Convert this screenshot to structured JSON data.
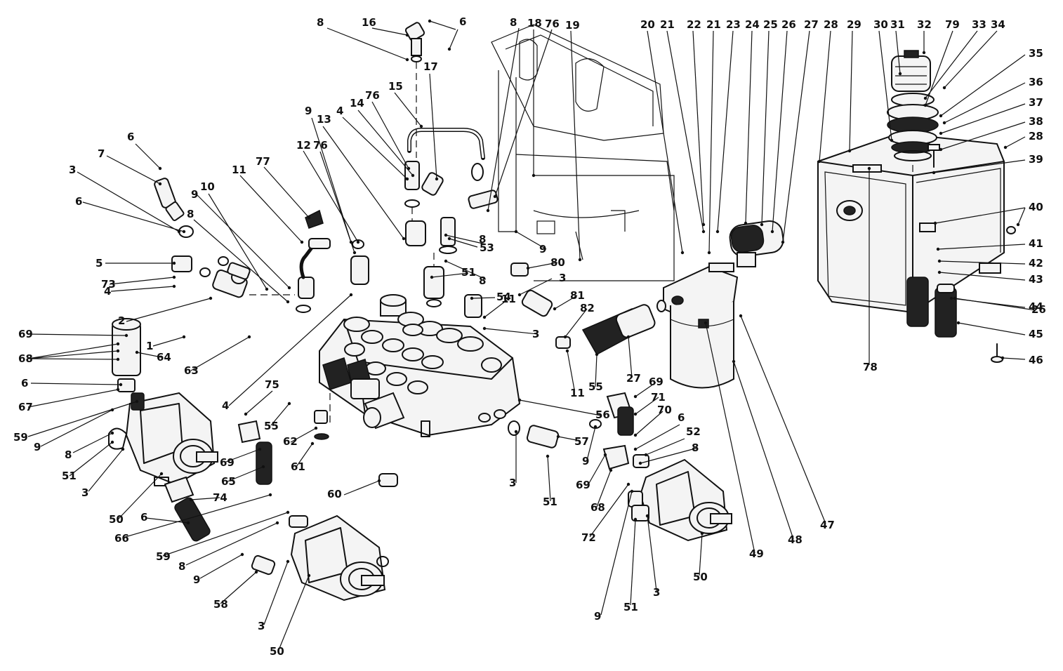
{
  "callouts": {
    "c1": "1",
    "c2": "2",
    "c3": "3",
    "c4": "4",
    "c5": "5",
    "c6": "6",
    "c7": "7",
    "c8": "8",
    "c9": "9",
    "c10": "10",
    "c11": "11",
    "c12": "12",
    "c13": "13",
    "c14": "14",
    "c15": "15",
    "c16": "16",
    "c17": "17",
    "c18": "18",
    "c19": "19",
    "c20": "20",
    "c21": "21",
    "c22": "22",
    "c23": "23",
    "c24": "24",
    "c25": "25",
    "c26": "26",
    "c27": "27",
    "c28": "28",
    "c29": "29",
    "c30": "30",
    "c31": "31",
    "c32": "32",
    "c33": "33",
    "c34": "34",
    "c35": "35",
    "c36": "36",
    "c37": "37",
    "c38": "38",
    "c39": "39",
    "c40": "40",
    "c41": "41",
    "c42": "42",
    "c43": "43",
    "c44": "44",
    "c45": "45",
    "c46": "46",
    "c47": "47",
    "c48": "48",
    "c49": "49",
    "c50": "50",
    "c51": "51",
    "c52": "52",
    "c53": "53",
    "c54": "54",
    "c55": "55",
    "c56": "56",
    "c57": "57",
    "c58": "58",
    "c59": "59",
    "c60": "60",
    "c61": "61",
    "c62": "62",
    "c63": "63",
    "c64": "64",
    "c65": "65",
    "c66": "66",
    "c67": "67",
    "c68": "68",
    "c69": "69",
    "c70": "70",
    "c71": "71",
    "c72": "72",
    "c73": "73",
    "c74": "74",
    "c75": "75",
    "c76": "76",
    "c77": "77",
    "c78": "78",
    "c79": "79",
    "c80": "80",
    "c81": "81",
    "c82": "82"
  }
}
